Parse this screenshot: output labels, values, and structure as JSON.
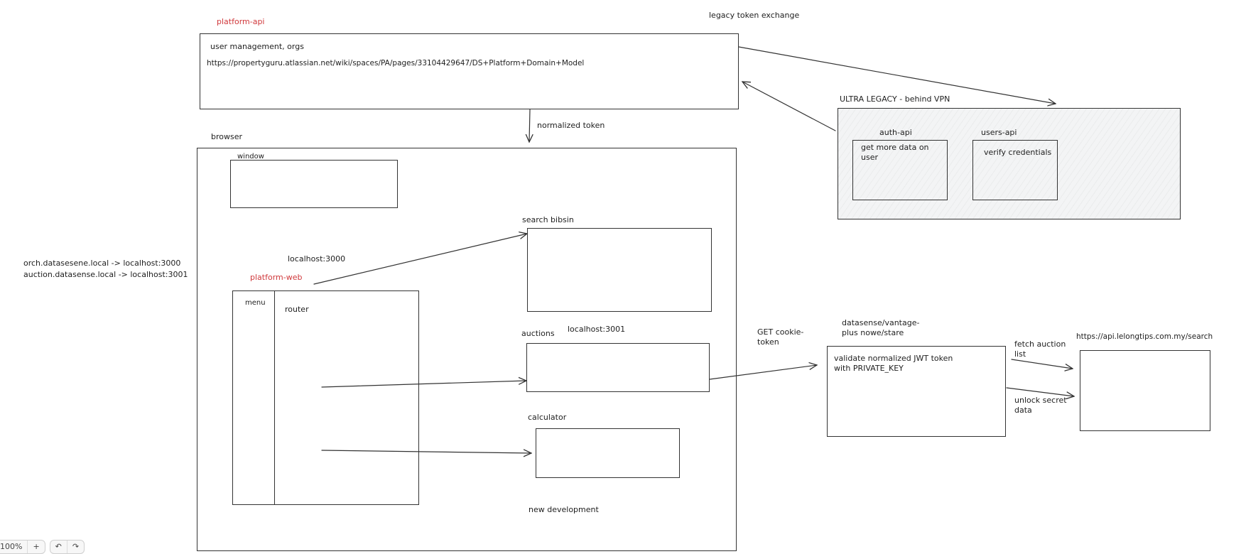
{
  "labels": {
    "platform_api_title": "platform-api",
    "legacy_token_exchange": "legacy token exchange",
    "user_management": "user management, orgs",
    "confluence_url": "https://propertyguru.atlassian.net/wiki/spaces/PA/pages/33104429647/DS+Platform+Domain+Model",
    "normalized_token": "normalized token",
    "ultra_legacy": "ULTRA LEGACY - behind VPN",
    "auth_api": "auth-api",
    "auth_api_desc": "get more data on user",
    "users_api": "users-api",
    "users_api_desc": "verify credentials",
    "browser": "browser",
    "window": "window",
    "search_bibsin": "search bibsin",
    "localhost_3000": "localhost:3000",
    "platform_web": "platform-web",
    "hosts_line_1": "orch.datasesene.local -> localhost:3000",
    "hosts_line_2": "auction.datasense.local -> localhost:3001",
    "menu": "menu",
    "router": "router",
    "auctions": "auctions",
    "localhost_3001": "localhost:3001",
    "get_cookie_token": "GET cookie-token",
    "datasense_vantage": "datasense/vantage-plus nowe/stare",
    "validate_jwt": "validate normalized JWT token with PRIVATE_KEY",
    "fetch_auction_list": "fetch auction list",
    "unlock_secret_data": "unlock secret data",
    "api_url": "https://api.lelongtips.com.my/search",
    "calculator": "calculator",
    "new_development": "new development"
  },
  "toolbar": {
    "zoom": "100%",
    "zoom_in": "+",
    "undo": "↶",
    "redo": "↷"
  },
  "colors": {
    "stroke": "#333333",
    "accent_red": "#d0393c",
    "hatch_fill": "#f3f4f5"
  }
}
